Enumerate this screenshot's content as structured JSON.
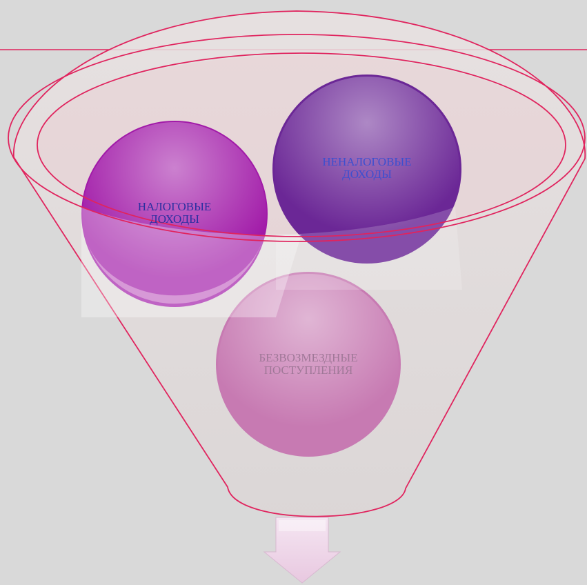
{
  "diagram": {
    "type": "funnel",
    "circles": [
      {
        "id": "nalogovye",
        "lines": [
          "НАЛОГОВЫЕ",
          "ДОХОДЫ"
        ],
        "fill": "#a018a6",
        "text_color": "#2b2fa0"
      },
      {
        "id": "nenalogovye",
        "lines": [
          "НЕНАЛОГОВЫЕ",
          "ДОХОДЫ"
        ],
        "fill": "#6a2a98",
        "text_color": "#3d4fcf"
      },
      {
        "id": "bezvozmezdnye",
        "lines": [
          "БЕЗВОЗМЕЗДНЫЕ",
          "ПОСТУПЛЕНИЯ"
        ],
        "fill": "#c878b0",
        "text_color": "#a07898"
      }
    ],
    "colors": {
      "background": "#d9d9d9",
      "funnel_outline": "#e0245e",
      "funnel_fill": "#e6dcdc",
      "rim_fill": "#e8cfd3",
      "arrow_fill": "#efd6ea"
    }
  }
}
